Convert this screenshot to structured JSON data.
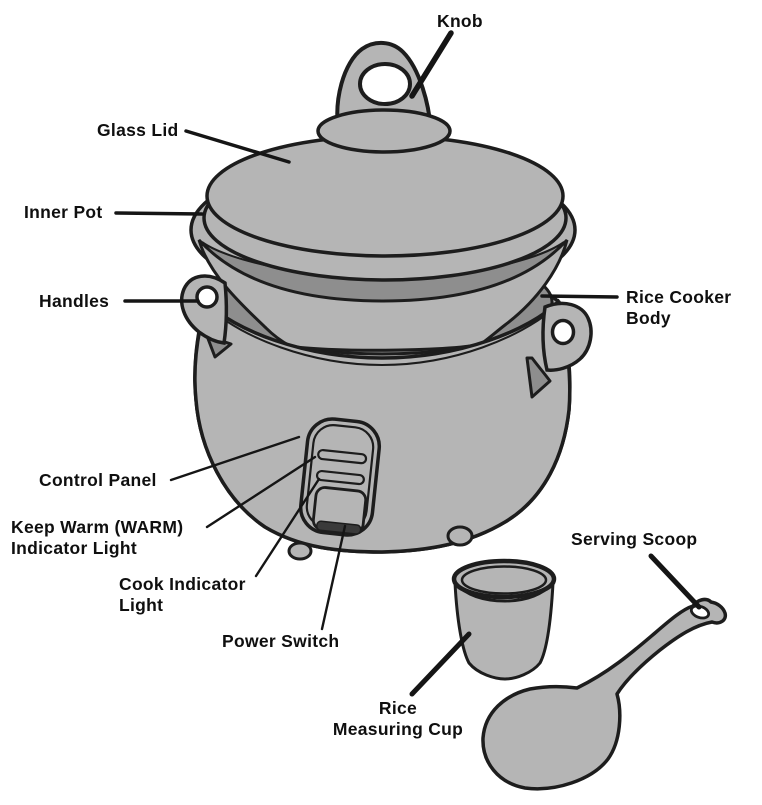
{
  "diagram": {
    "subject": "Rice cooker parts diagram",
    "type": "labeled-illustration",
    "parts": {
      "knob": {
        "label": "Knob"
      },
      "glass_lid": {
        "label": "Glass Lid"
      },
      "inner_pot": {
        "label": "Inner Pot"
      },
      "handles": {
        "label": "Handles"
      },
      "rice_cooker_body": {
        "label_line1": "Rice Cooker",
        "label_line2": "Body"
      },
      "control_panel": {
        "label": "Control Panel"
      },
      "keep_warm_indicator": {
        "label_line1": "Keep Warm (WARM)",
        "label_line2": "Indicator Light"
      },
      "cook_indicator": {
        "label_line1": "Cook Indicator",
        "label_line2": "Light"
      },
      "power_switch": {
        "label": "Power Switch"
      },
      "serving_scoop": {
        "label": "Serving Scoop"
      },
      "rice_measuring_cup": {
        "label_line1": "Rice",
        "label_line2": "Measuring Cup"
      }
    },
    "colors": {
      "body_fill": "#b5b5b5",
      "shadow_fill": "#8e8e8e",
      "outline": "#1d1d1d",
      "switch_edge": "#3a3a3a",
      "label_text": "#0f0f0f",
      "background": "#ffffff"
    }
  }
}
